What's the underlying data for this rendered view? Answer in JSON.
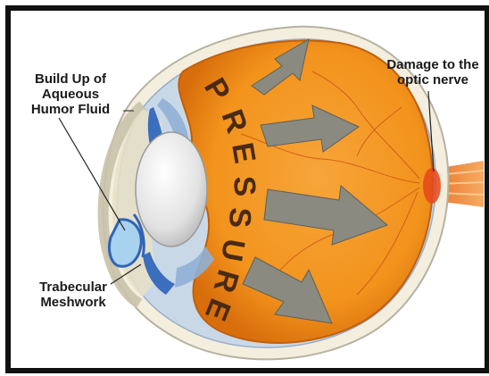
{
  "labels": {
    "aqueous_line1": "Build Up of",
    "aqueous_line2": "Aqueous",
    "aqueous_line3": "Humor Fluid",
    "damage_line1": "Damage to the",
    "damage_line2": "optic nerve",
    "trabecular_line1": "Trabecular",
    "trabecular_line2": "Meshwork"
  },
  "pressure_word": "PRESSURE",
  "colors": {
    "frame": "#111111",
    "eye_body": "#f2931c",
    "eye_body_dark": "#d86d0c",
    "sclera": "#f4eedf",
    "choroid": "#c9d8e6",
    "lens": "#e6e6e6",
    "iris": "#3b6ebd",
    "arrows": "#8a8a80",
    "nerve": "#f08a2a",
    "pressure_text": "#4a2a12"
  }
}
